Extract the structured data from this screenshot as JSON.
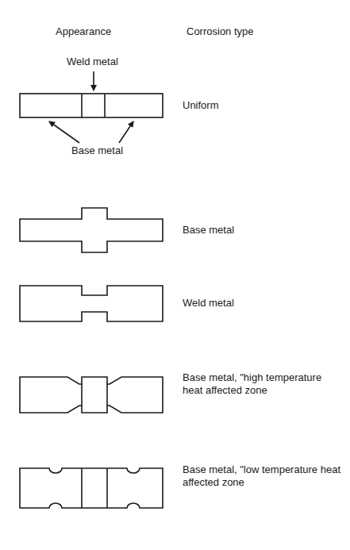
{
  "diagram": {
    "labels": [
      "Appearance",
      "Corrosion type",
      "Weld metal",
      "Uniform",
      "Base metal",
      "Base metal",
      "Weld metal",
      "Base metal, \"high temperature heat affected zone",
      "Base metal, \"low temperature heat affected zone"
    ]
  }
}
